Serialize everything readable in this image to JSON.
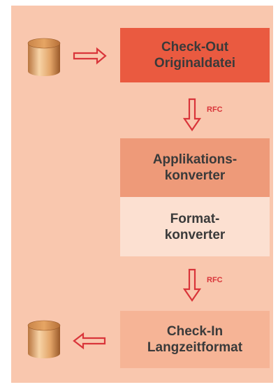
{
  "diagram": {
    "boxes": {
      "checkout": "Check-Out\nOriginaldatei",
      "applikationskonverter": "Applikations-\nkonverter",
      "formatkonverter": "Format-\nkonverter",
      "checkin": "Check-In\nLangzeitformat"
    },
    "arrow_labels": {
      "rfc_top": "RFC",
      "rfc_bottom": "RFC"
    },
    "colors": {
      "panel": "#f9c7ae",
      "checkout_box": "#ea5a40",
      "applikationskonverter_box": "#ee9a79",
      "formatkonverter_box": "#fce0d1",
      "checkin_box": "#f6b496",
      "arrow": "#d9353a"
    },
    "icons": [
      "database-icon",
      "double-arrow-right-icon",
      "double-arrow-down-icon",
      "double-arrow-left-icon"
    ]
  }
}
